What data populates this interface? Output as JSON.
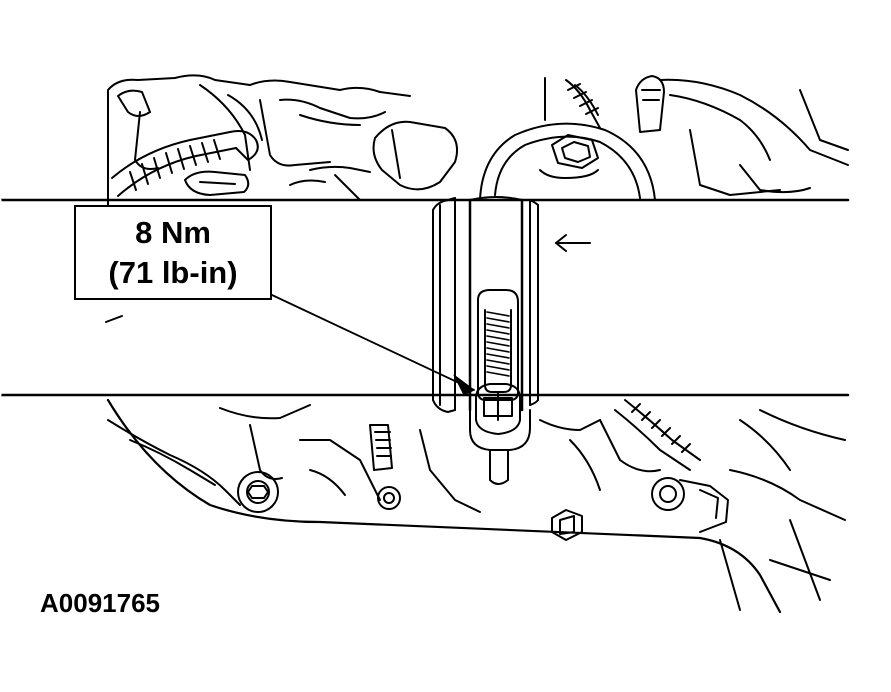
{
  "callout": {
    "torque_nm": "8 Nm",
    "torque_lbin": "(71 lb-in)"
  },
  "figure_id": "A0091765",
  "colors": {
    "line": "#000000",
    "background": "#ffffff"
  },
  "icons": {
    "flow_direction": "left-arrow-icon"
  }
}
